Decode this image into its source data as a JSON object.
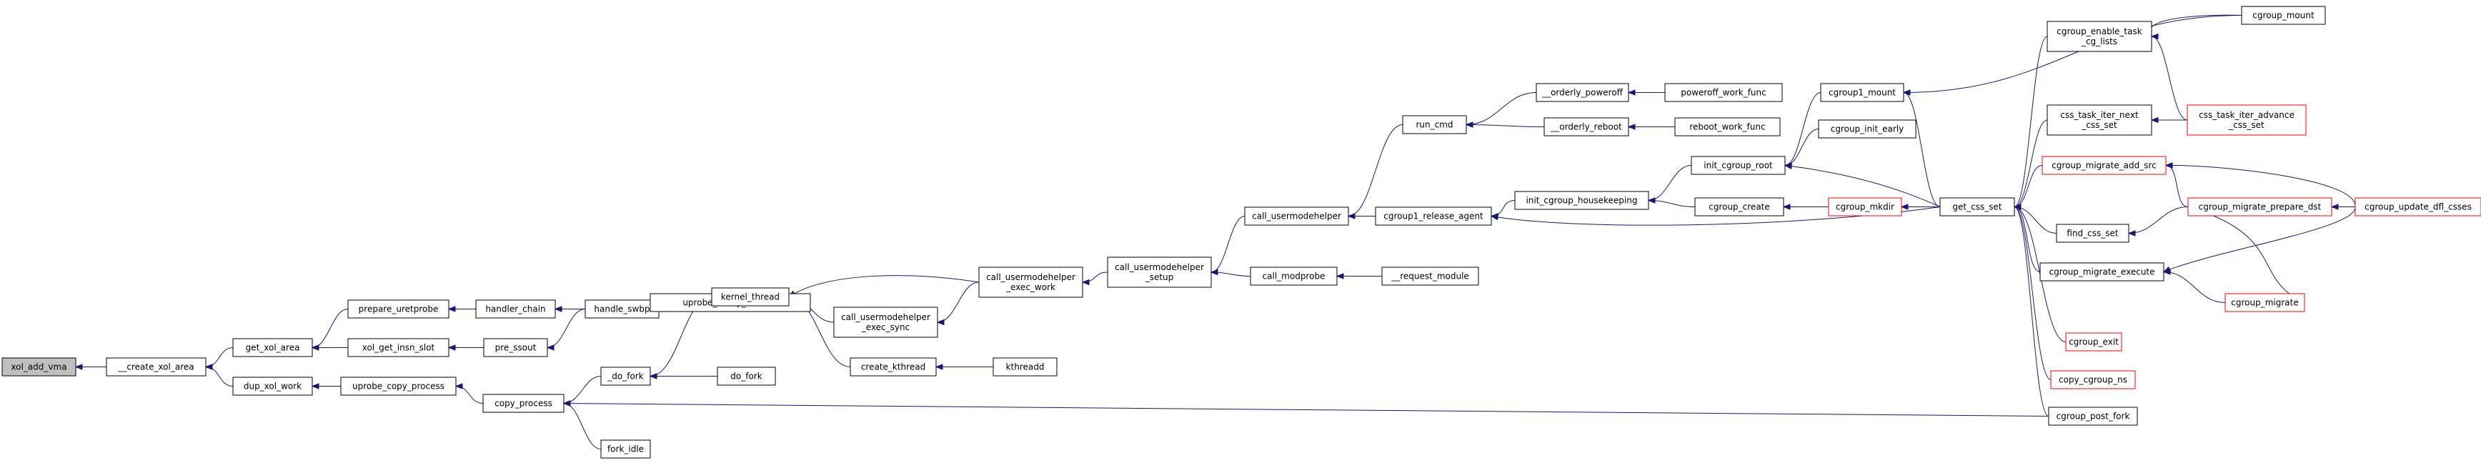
{
  "colors": {
    "node_border": "#000000",
    "node_border_truncated": "#ff0000",
    "node_fill": "#ffffff",
    "root_fill": "#bfbfbf",
    "edge": "#191970"
  },
  "nodes": [
    {
      "id": "xol_add_vma",
      "lines": [
        "xol_add_vma"
      ],
      "root": true
    },
    {
      "id": "create_xol_area",
      "lines": [
        "__create_xol_area"
      ]
    },
    {
      "id": "get_xol_area",
      "lines": [
        "get_xol_area"
      ]
    },
    {
      "id": "dup_xol_work",
      "lines": [
        "dup_xol_work"
      ]
    },
    {
      "id": "prepare_uretprobe",
      "lines": [
        "prepare_uretprobe"
      ]
    },
    {
      "id": "xol_get_insn_slot",
      "lines": [
        "xol_get_insn_slot"
      ]
    },
    {
      "id": "uprobe_copy_process",
      "lines": [
        "uprobe_copy_process"
      ]
    },
    {
      "id": "handler_chain",
      "lines": [
        "handler_chain"
      ]
    },
    {
      "id": "pre_ssout",
      "lines": [
        "pre_ssout"
      ]
    },
    {
      "id": "copy_process",
      "lines": [
        "copy_process"
      ]
    },
    {
      "id": "handle_swbp",
      "lines": [
        "handle_swbp"
      ]
    },
    {
      "id": "do_fork_inner",
      "lines": [
        "_do_fork"
      ]
    },
    {
      "id": "fork_idle",
      "lines": [
        "fork_idle"
      ]
    },
    {
      "id": "uprobe_notify_resume",
      "lines": [
        "uprobe_notify_resume"
      ]
    },
    {
      "id": "kernel_thread",
      "lines": [
        "kernel_thread"
      ]
    },
    {
      "id": "do_fork",
      "lines": [
        "do_fork"
      ]
    },
    {
      "id": "cu_exec_work",
      "lines": [
        "call_usermodehelper",
        "_exec_work"
      ]
    },
    {
      "id": "cu_exec_sync",
      "lines": [
        "call_usermodehelper",
        "_exec_sync"
      ]
    },
    {
      "id": "create_kthread",
      "lines": [
        "create_kthread"
      ]
    },
    {
      "id": "kthreadd",
      "lines": [
        "kthreadd"
      ]
    },
    {
      "id": "cu_setup",
      "lines": [
        "call_usermodehelper",
        "_setup"
      ]
    },
    {
      "id": "call_usermodehelper",
      "lines": [
        "call_usermodehelper"
      ]
    },
    {
      "id": "call_modprobe",
      "lines": [
        "call_modprobe"
      ]
    },
    {
      "id": "run_cmd",
      "lines": [
        "run_cmd"
      ]
    },
    {
      "id": "cgroup1_release_agent",
      "lines": [
        "cgroup1_release_agent"
      ]
    },
    {
      "id": "request_module",
      "lines": [
        "__request_module"
      ]
    },
    {
      "id": "orderly_poweroff",
      "lines": [
        "__orderly_poweroff"
      ]
    },
    {
      "id": "orderly_reboot",
      "lines": [
        "__orderly_reboot"
      ]
    },
    {
      "id": "poweroff_work_func",
      "lines": [
        "poweroff_work_func"
      ]
    },
    {
      "id": "reboot_work_func",
      "lines": [
        "reboot_work_func"
      ]
    },
    {
      "id": "init_cgroup_housekeeping",
      "lines": [
        "init_cgroup_housekeeping"
      ]
    },
    {
      "id": "init_cgroup_root",
      "lines": [
        "init_cgroup_root"
      ]
    },
    {
      "id": "cgroup_create",
      "lines": [
        "cgroup_create"
      ]
    },
    {
      "id": "cgroup1_mount",
      "lines": [
        "cgroup1_mount"
      ]
    },
    {
      "id": "cgroup_init_early",
      "lines": [
        "cgroup_init_early"
      ]
    },
    {
      "id": "cgroup_mkdir",
      "lines": [
        "cgroup_mkdir"
      ],
      "truncated": true
    },
    {
      "id": "get_css_set",
      "lines": [
        "get_css_set"
      ]
    },
    {
      "id": "cgroup_enable_task_cg_lists",
      "lines": [
        "cgroup_enable_task",
        "_cg_lists"
      ]
    },
    {
      "id": "css_task_iter_next_css_set",
      "lines": [
        "css_task_iter_next",
        "_css_set"
      ]
    },
    {
      "id": "cgroup_migrate_add_src",
      "lines": [
        "cgroup_migrate_add_src"
      ],
      "truncated": true
    },
    {
      "id": "find_css_set",
      "lines": [
        "find_css_set"
      ]
    },
    {
      "id": "cgroup_migrate_execute",
      "lines": [
        "cgroup_migrate_execute"
      ]
    },
    {
      "id": "cgroup_exit",
      "lines": [
        "cgroup_exit"
      ],
      "truncated": true
    },
    {
      "id": "copy_cgroup_ns",
      "lines": [
        "copy_cgroup_ns"
      ],
      "truncated": true
    },
    {
      "id": "cgroup_post_fork",
      "lines": [
        "cgroup_post_fork"
      ]
    },
    {
      "id": "cgroup_mount",
      "lines": [
        "cgroup_mount"
      ]
    },
    {
      "id": "css_task_iter_advance_css_set",
      "lines": [
        "css_task_iter_advance",
        "_css_set"
      ],
      "truncated": true
    },
    {
      "id": "cgroup_migrate_prepare_dst",
      "lines": [
        "cgroup_migrate_prepare_dst"
      ],
      "truncated": true
    },
    {
      "id": "cgroup_migrate",
      "lines": [
        "cgroup_migrate"
      ],
      "truncated": true
    },
    {
      "id": "cgroup_update_dfl_csses",
      "lines": [
        "cgroup_update_dfl_csses"
      ],
      "truncated": true
    }
  ],
  "edges": [
    [
      "create_xol_area",
      "xol_add_vma"
    ],
    [
      "get_xol_area",
      "create_xol_area"
    ],
    [
      "dup_xol_work",
      "create_xol_area"
    ],
    [
      "prepare_uretprobe",
      "get_xol_area"
    ],
    [
      "xol_get_insn_slot",
      "get_xol_area"
    ],
    [
      "uprobe_copy_process",
      "dup_xol_work"
    ],
    [
      "handler_chain",
      "prepare_uretprobe"
    ],
    [
      "pre_ssout",
      "xol_get_insn_slot"
    ],
    [
      "copy_process",
      "uprobe_copy_process"
    ],
    [
      "handle_swbp",
      "handler_chain"
    ],
    [
      "handle_swbp",
      "pre_ssout"
    ],
    [
      "do_fork_inner",
      "copy_process"
    ],
    [
      "fork_idle",
      "copy_process"
    ],
    [
      "uprobe_notify_resume",
      "handle_swbp"
    ],
    [
      "kernel_thread",
      "do_fork_inner"
    ],
    [
      "do_fork",
      "do_fork_inner"
    ],
    [
      "cu_exec_work",
      "kernel_thread"
    ],
    [
      "cu_exec_sync",
      "kernel_thread"
    ],
    [
      "create_kthread",
      "kernel_thread"
    ],
    [
      "cu_exec_work",
      "cu_exec_sync"
    ],
    [
      "kthreadd",
      "create_kthread"
    ],
    [
      "cu_setup",
      "cu_exec_work"
    ],
    [
      "call_usermodehelper",
      "cu_setup"
    ],
    [
      "call_modprobe",
      "cu_setup"
    ],
    [
      "run_cmd",
      "call_usermodehelper"
    ],
    [
      "cgroup1_release_agent",
      "call_usermodehelper"
    ],
    [
      "request_module",
      "call_modprobe"
    ],
    [
      "orderly_poweroff",
      "run_cmd"
    ],
    [
      "orderly_reboot",
      "run_cmd"
    ],
    [
      "poweroff_work_func",
      "orderly_poweroff"
    ],
    [
      "reboot_work_func",
      "orderly_reboot"
    ],
    [
      "init_cgroup_housekeeping",
      "cgroup1_release_agent"
    ],
    [
      "get_css_set",
      "cgroup1_release_agent"
    ],
    [
      "init_cgroup_root",
      "init_cgroup_housekeeping"
    ],
    [
      "cgroup_create",
      "init_cgroup_housekeeping"
    ],
    [
      "cgroup1_mount",
      "init_cgroup_root"
    ],
    [
      "cgroup_init_early",
      "init_cgroup_root"
    ],
    [
      "get_css_set",
      "init_cgroup_root"
    ],
    [
      "cgroup_mkdir",
      "cgroup_create"
    ],
    [
      "get_css_set",
      "cgroup_mkdir"
    ],
    [
      "get_css_set",
      "cgroup1_mount"
    ],
    [
      "cgroup_mount",
      "cgroup1_mount"
    ],
    [
      "cgroup_enable_task_cg_lists",
      "get_css_set"
    ],
    [
      "css_task_iter_next_css_set",
      "get_css_set"
    ],
    [
      "cgroup_migrate_add_src",
      "get_css_set"
    ],
    [
      "find_css_set",
      "get_css_set"
    ],
    [
      "cgroup_migrate_execute",
      "get_css_set"
    ],
    [
      "cgroup_exit",
      "get_css_set"
    ],
    [
      "copy_cgroup_ns",
      "get_css_set"
    ],
    [
      "cgroup_post_fork",
      "get_css_set"
    ],
    [
      "cgroup_post_fork",
      "copy_process"
    ],
    [
      "cgroup_mount",
      "cgroup_enable_task_cg_lists"
    ],
    [
      "css_task_iter_advance_css_set",
      "cgroup_enable_task_cg_lists"
    ],
    [
      "css_task_iter_advance_css_set",
      "css_task_iter_next_css_set"
    ],
    [
      "cgroup_migrate_prepare_dst",
      "cgroup_migrate_add_src"
    ],
    [
      "cgroup_update_dfl_csses",
      "cgroup_migrate_add_src"
    ],
    [
      "cgroup_migrate_prepare_dst",
      "find_css_set"
    ],
    [
      "cgroup_update_dfl_csses",
      "cgroup_migrate_prepare_dst"
    ],
    [
      "cgroup_migrate",
      "cgroup_migrate_execute"
    ],
    [
      "cgroup_update_dfl_csses",
      "cgroup_migrate_execute"
    ],
    [
      "cgroup_migrate_prepare_dst",
      "cgroup_migrate"
    ]
  ]
}
